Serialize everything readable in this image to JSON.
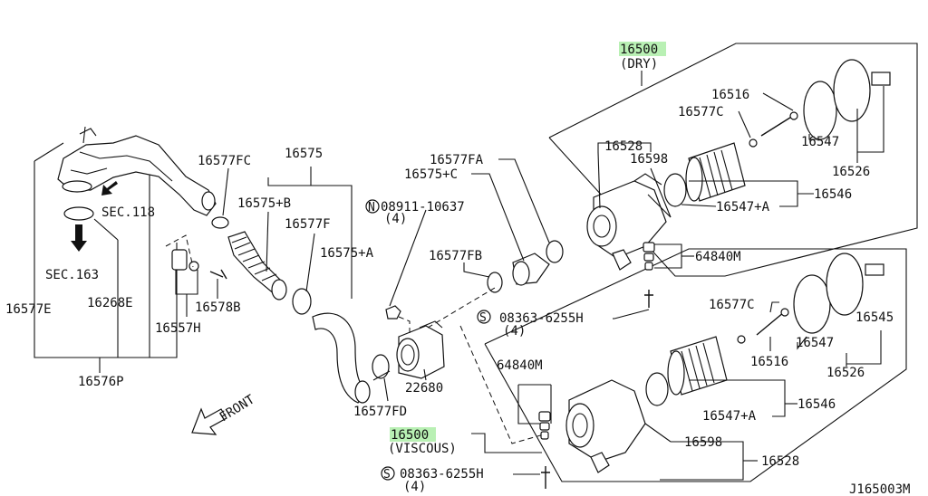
{
  "labels": {
    "dry_part": "16500",
    "dry_sub": "(DRY)",
    "p16516_top": "16516",
    "p16577c_top": "16577C",
    "p16528_top": "16528",
    "p16598_top": "16598",
    "p16547_top": "16547",
    "p16526_top": "16526",
    "p16546_top": "16546",
    "p16547a_top": "16547+A",
    "p64840m_top": "64840M",
    "p16577fa": "16577FA",
    "p16575c": "16575+C",
    "p16577fb": "16577FB",
    "bolt_08911": "08911-10637",
    "bolt_08911_qty": "(4)",
    "p16575": "16575",
    "p16577fc": "16577FC",
    "p16575b": "16575+B",
    "p16577f": "16577F",
    "p16575a": "16575+A",
    "sec118": "SEC.118",
    "sec163": "SEC.163",
    "p16578b": "16578B",
    "p16577e": "16577E",
    "p16268e": "16268E",
    "p16557h": "16557H",
    "p16576p": "16576P",
    "p22680": "22680",
    "p16577fd": "16577FD",
    "front": "FRONT",
    "screw_top": "08363-6255H",
    "screw_top_qty": "(4)",
    "screw_bot": "08363-6255H",
    "screw_bot_qty": "(4)",
    "p16577c_bot": "16577C",
    "p16545_bot": "16545",
    "p16547_bot": "16547",
    "p16516_bot": "16516",
    "p16526_bot": "16526",
    "p16546_bot": "16546",
    "p16547a_bot": "16547+A",
    "p64840m_bot": "64840M",
    "viscous_part": "16500",
    "viscous_sub": "(VISCOUS)",
    "p16598_bot": "16598",
    "p16528_bot": "16528",
    "diagram_id": "J165003M",
    "s_symbol": "S",
    "n_symbol": "N"
  },
  "colors": {
    "highlight": "#b9f0b4",
    "ink": "#111111"
  }
}
